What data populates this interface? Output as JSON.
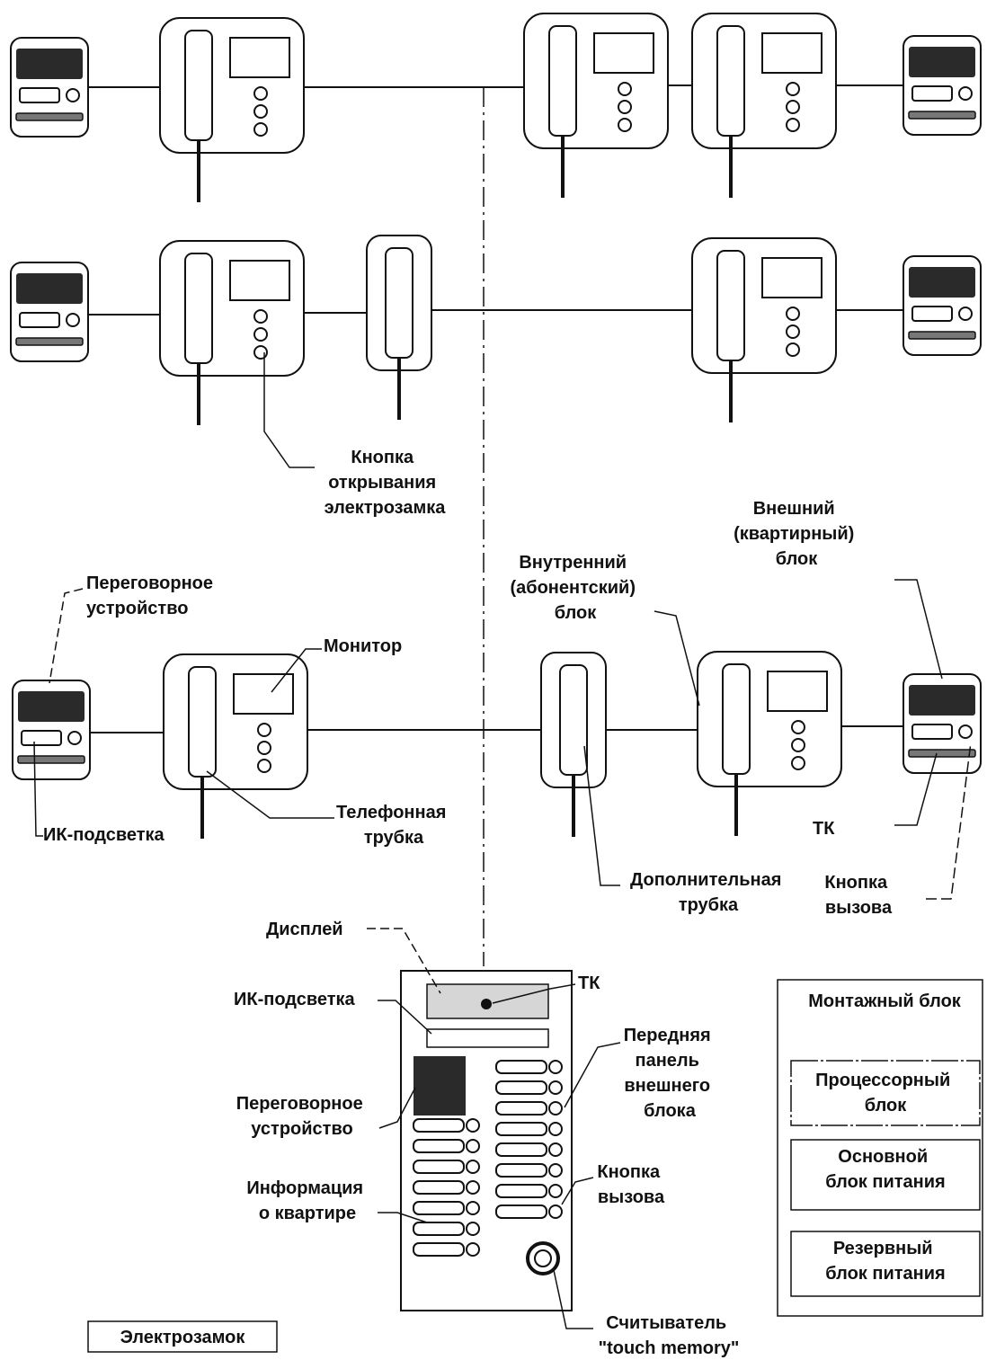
{
  "labels": {
    "door_button": [
      "Кнопка",
      "открывания",
      "электрозамка"
    ],
    "external_block": [
      "Внешний",
      "(квартирный)",
      "блок"
    ],
    "internal_block": [
      "Внутренний",
      "(абонентский)",
      "блок"
    ],
    "intercom_device": [
      "Переговорное",
      "устройство"
    ],
    "monitor": "Монитор",
    "ir_light": "ИК-подсветка",
    "handset": [
      "Телефонная",
      "трубка"
    ],
    "tk": "ТК",
    "extra_handset": [
      "Дополнительная",
      "трубка"
    ],
    "call_button": [
      "Кнопка",
      "вызова"
    ],
    "display": "Дисплей",
    "panel_tk": "ТК",
    "panel_ir_light": "ИК-подсветка",
    "front_panel": [
      "Передняя",
      "панель",
      "внешнего",
      "блока"
    ],
    "panel_intercom": [
      "Переговорное",
      "устройство"
    ],
    "panel_call_button": [
      "Кнопка",
      "вызова"
    ],
    "apartment_info": [
      "Информация",
      "о квартире"
    ],
    "reader": [
      "Считыватель",
      "\"touch memory\""
    ],
    "lock": "Электрозамок"
  },
  "mounting": {
    "title": "Монтажный блок",
    "processor": [
      "Процессорный",
      "блок"
    ],
    "main_power": [
      "Основной",
      "блок питания"
    ],
    "backup_power": [
      "Резервный",
      "блок питания"
    ]
  },
  "colors": {
    "line": "#111111",
    "fill_dark": "#2a2a2a",
    "display_fill": "#d6d6d6"
  }
}
